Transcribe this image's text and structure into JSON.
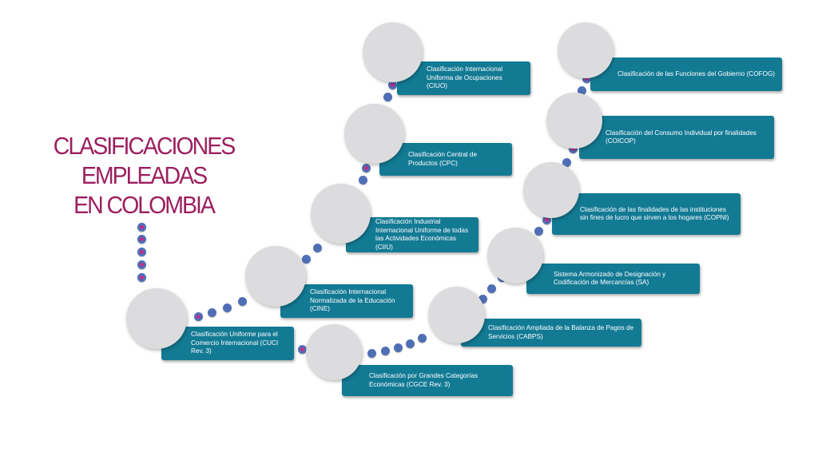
{
  "title": {
    "line1": "CLASIFICACIONES",
    "line2": "EMPLEADAS",
    "line3": "EN COLOMBIA"
  },
  "nodes": [
    {
      "id": "cuci",
      "label": "Clasificación Uniforme para el Comercio Internacional (CUCI Rev. 3)"
    },
    {
      "id": "cine",
      "label": "Clasificación Internacional Normalizada de la Educación (CINE)"
    },
    {
      "id": "ciiu",
      "label": "Clasificación Industrial Internacional Uniforme de todas las Actividades Económicas (CIIU)"
    },
    {
      "id": "cpc",
      "label": "Clasificación Central de Productos (CPC)"
    },
    {
      "id": "ciuo",
      "label": "Clasificación Internacional Uniforma de Ocupaciones (CIUO)"
    },
    {
      "id": "cgce",
      "label": "Clasificación por Grandes Categorías Económicas (CGCE Rev. 3)"
    },
    {
      "id": "cabps",
      "label": "Clasificación Ampliada de la Balanza de Pagos de Servicios (CABPS)"
    },
    {
      "id": "sa",
      "label": "Sistema Armonizado de Designación y Codificación de Mercancías (SA)"
    },
    {
      "id": "copni",
      "label": "Clasificación de las finalidades de las instituciones sin fines de lucro que sirven a los hogares (COPNI)"
    },
    {
      "id": "coicop",
      "label": "Clasificación del Consumo Individual por finalidades (COICOP)"
    },
    {
      "id": "cofog",
      "label": "Clasificación de las Funciones del Gobierno (COFOG)"
    }
  ],
  "colors": {
    "title": "#9c1f5e",
    "box": "#137a94",
    "circle": "#dcdcde",
    "dot": "#4e6fb5",
    "dot_accent": "#c22d8c"
  }
}
